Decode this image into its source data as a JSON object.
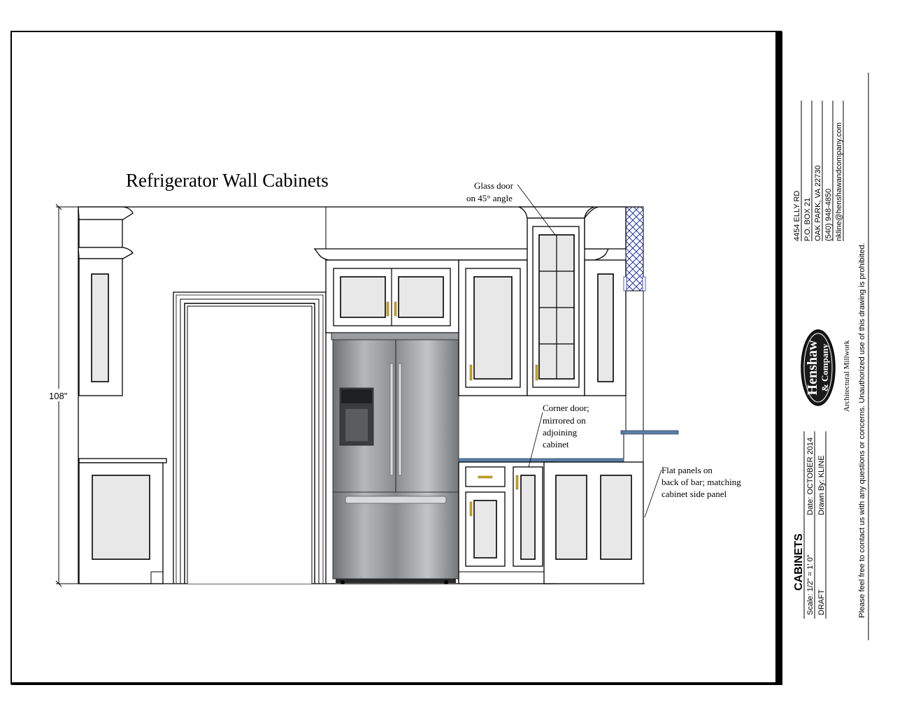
{
  "drawing": {
    "title": "Refrigerator Wall Cabinets",
    "height_label": "108\"",
    "notes": {
      "glass_door": [
        "Glass door",
        "on 45° angle"
      ],
      "corner_door": [
        "Corner door;",
        "mirrored on",
        "adjoining",
        "cabinet"
      ],
      "flat_panels": [
        "Flat panels on",
        "back of bar; matching",
        "cabinet side panel"
      ]
    },
    "colors": {
      "glass": "#e8e8e8",
      "hardware": "#c9a227",
      "bar_top": "#5b7fa6",
      "hatch": "#2233aa",
      "fridge": "#8c8f92"
    }
  },
  "title_block": {
    "address": [
      "4454 ELLY RD",
      "P.O. BOX 21",
      "OAK PARK, VA 22730",
      "(540) 948-4850",
      "nkline@henshawandcompany.com"
    ],
    "logo": {
      "name_line1": "Henshaw",
      "name_line2": "& Company",
      "tagline": "Architectural Millwork"
    },
    "sheet_title": "CABINETS",
    "scale": "Scale: 1/2\" = 1' 0\"",
    "date": "Date: OCTOBER 2014",
    "status": "DRAFT",
    "drawn_by": "Drawn By: KLINE",
    "notice": "Please feel free to contact us with any questions or concerns. Unauthorized use of this drawing is prohibited."
  }
}
